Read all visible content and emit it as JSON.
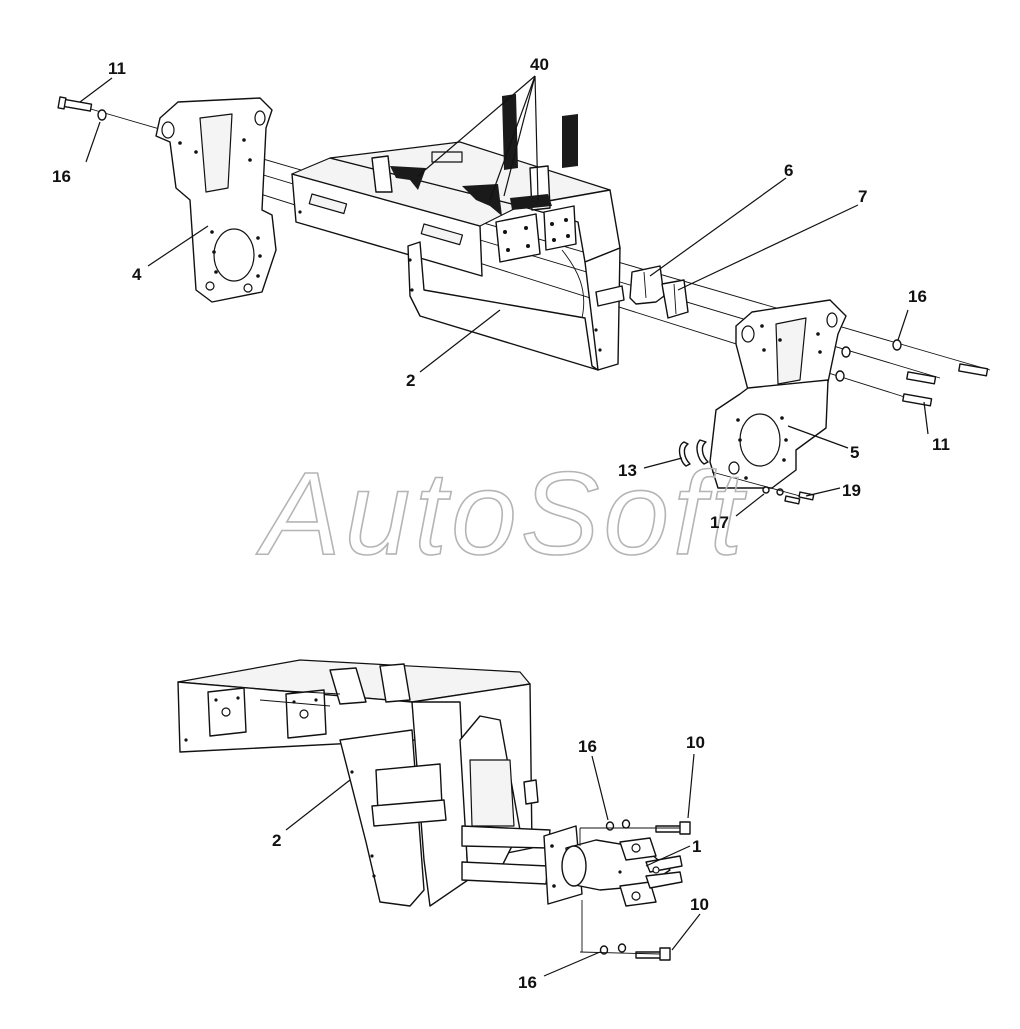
{
  "watermark": "AutoSoft",
  "callouts": {
    "top_11_left": "11",
    "top_16_left": "16",
    "top_40": "40",
    "top_6": "6",
    "top_7": "7",
    "top_4": "4",
    "top_2": "2",
    "top_16_right": "16",
    "top_5": "5",
    "top_11_right": "11",
    "top_13": "13",
    "top_19": "19",
    "top_17": "17",
    "bottom_16_upper": "16",
    "bottom_10_upper": "10",
    "bottom_1": "1",
    "bottom_2": "2",
    "bottom_10_lower": "10",
    "bottom_16_lower": "16"
  }
}
